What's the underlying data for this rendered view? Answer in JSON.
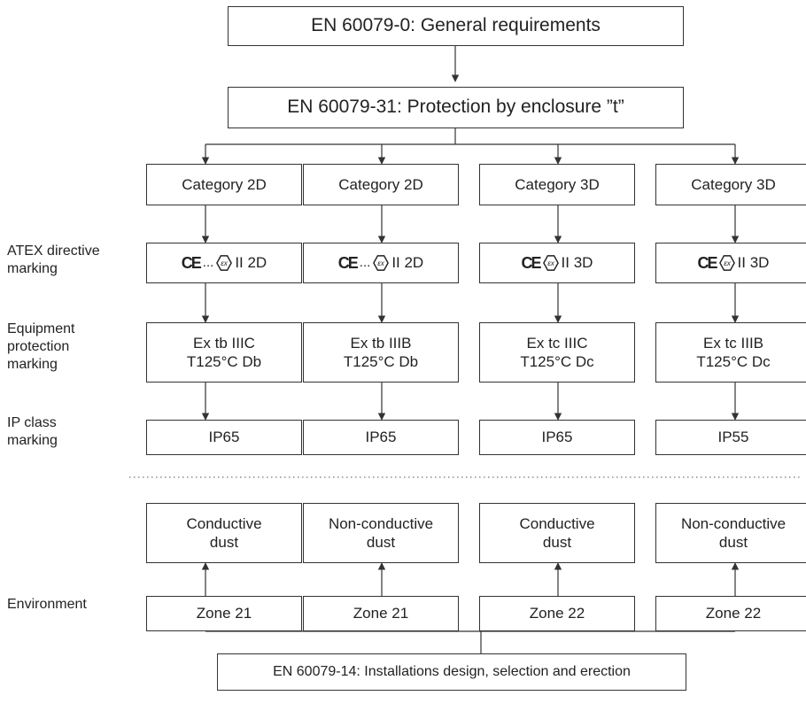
{
  "top_standard": "EN 60079-0: General requirements",
  "second_standard": "EN 60079-31: Protection by enclosure ”t”",
  "bottom_standard": "EN 60079-14: Installations design, selection and erection",
  "row_labels": {
    "atex": [
      "ATEX directive",
      "marking"
    ],
    "equipment": [
      "Equipment",
      "protection",
      "marking"
    ],
    "ip": [
      "IP class",
      "marking"
    ],
    "environment": "Environment"
  },
  "ce_text": "CE",
  "columns": [
    {
      "category": "Category 2D",
      "atex_marking": "II 2D",
      "atex_dots": "...",
      "epl": [
        "Ex tb IIIC",
        "T125°C Db"
      ],
      "ip": "IP65",
      "dust": [
        "Conductive",
        "dust"
      ],
      "zone": "Zone 21"
    },
    {
      "category": "Category 2D",
      "atex_marking": "II 2D",
      "atex_dots": "...",
      "epl": [
        "Ex tb IIIB",
        "T125°C Db"
      ],
      "ip": "IP65",
      "dust": [
        "Non-conductive",
        "dust"
      ],
      "zone": "Zone 21"
    },
    {
      "category": "Category 3D",
      "atex_marking": "II 3D",
      "atex_dots": "",
      "epl": [
        "Ex tc IIIC",
        "T125°C Dc"
      ],
      "ip": "IP65",
      "dust": [
        "Conductive",
        "dust"
      ],
      "zone": "Zone 22"
    },
    {
      "category": "Category 3D",
      "atex_marking": "II 3D",
      "atex_dots": "",
      "epl": [
        "Ex tc IIIB",
        "T125°C Dc"
      ],
      "ip": "IP55",
      "dust": [
        "Non-conductive",
        "dust"
      ],
      "zone": "Zone 22"
    }
  ]
}
